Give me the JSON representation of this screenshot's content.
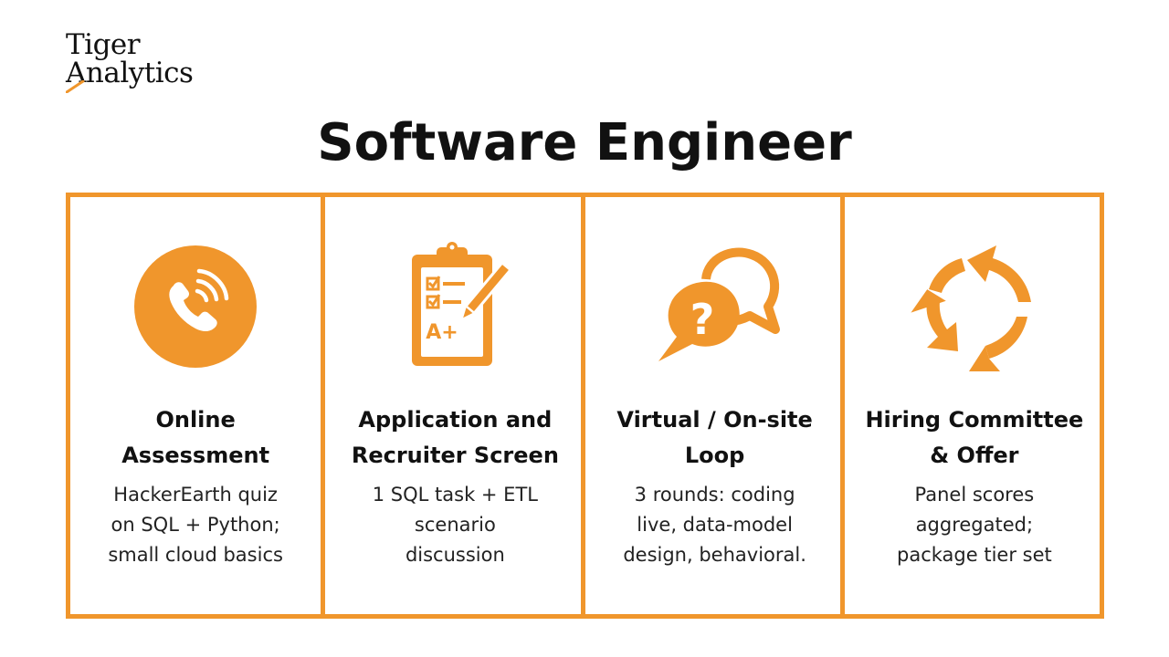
{
  "brand": {
    "logo_line1": "Tiger",
    "logo_line2": "Analytics",
    "accent_color": "#F0962C"
  },
  "page_title": "Software Engineer",
  "stages": [
    {
      "icon": "phone-call-icon",
      "title_line1": "Online",
      "title_line2": "Assessment",
      "desc_line1": "HackerEarth quiz",
      "desc_line2": "on SQL + Python;",
      "desc_line3": "small cloud basics"
    },
    {
      "icon": "clipboard-checklist-icon",
      "title_line1": "Application and",
      "title_line2": "Recruiter Screen",
      "desc_line1": "1 SQL task + ETL",
      "desc_line2": "scenario",
      "desc_line3": "discussion",
      "icon_grade": "A+"
    },
    {
      "icon": "question-chat-bubbles-icon",
      "title_line1": "Virtual / On-site",
      "title_line2": "Loop",
      "desc_line1": "3 rounds: coding",
      "desc_line2": "live, data-model",
      "desc_line3": "design, behavioral."
    },
    {
      "icon": "cycle-arrows-icon",
      "title_line1": "Hiring Committee",
      "title_line2": "& Offer",
      "desc_line1": "Panel scores",
      "desc_line2": "aggregated;",
      "desc_line3": "package tier set"
    }
  ]
}
